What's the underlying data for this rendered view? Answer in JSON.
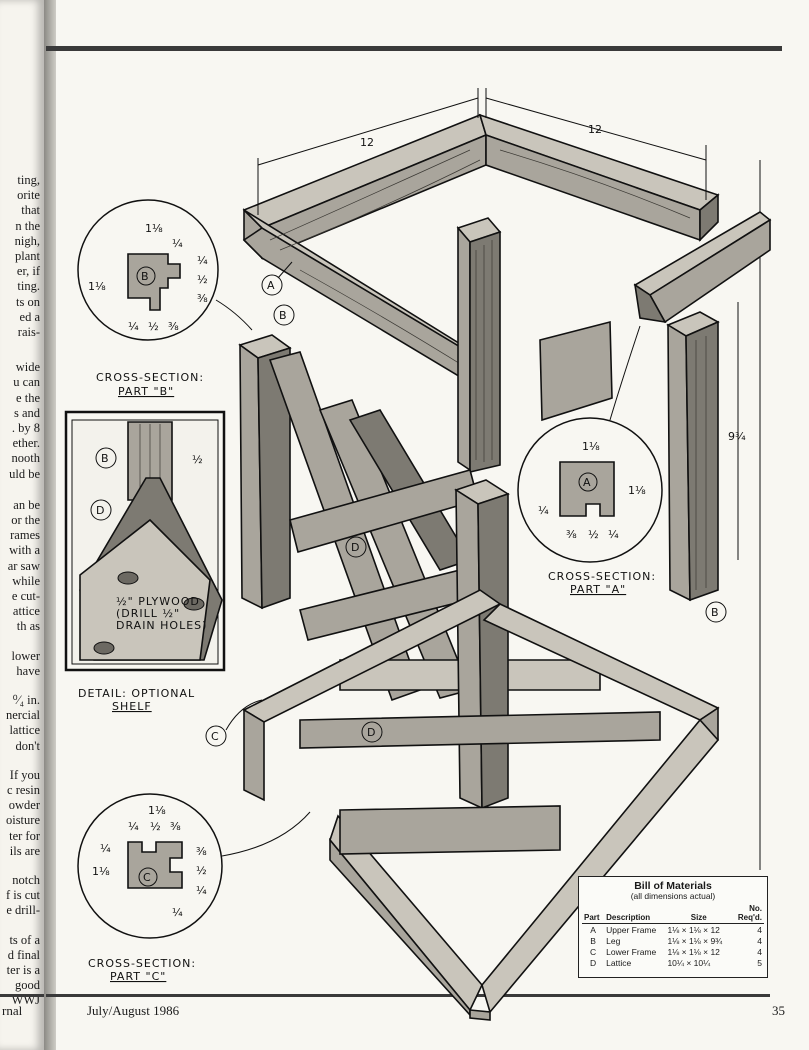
{
  "left_page": {
    "fragments": [
      "ting,",
      "orite",
      "that",
      "n the",
      "nigh,",
      "plant",
      "er, if",
      "ting.",
      "ts on",
      "ed a",
      "rais-",
      "wide",
      "u can",
      "e the",
      "s and",
      ". by 8",
      "ether.",
      "nooth",
      "uld be",
      "an be",
      "or the",
      "rames",
      "with a",
      "ar saw",
      "while",
      "e cut-",
      "attice",
      "th as",
      "lower",
      "have",
      "⁰⁄₄ in.",
      "nercial",
      "lattice",
      "don't",
      "If you",
      "c resin",
      "owder",
      "oisture",
      "ter for",
      "ils are",
      "notch",
      "f is cut",
      "e drill-",
      "ts of a",
      "d final",
      "ter is a",
      "good",
      "WWJ"
    ],
    "footer": "rnal"
  },
  "footer": {
    "date": "July/August 1986",
    "page_number": "35"
  },
  "labels": {
    "part_a": "A",
    "part_b": "B",
    "part_c": "C",
    "part_d": "D",
    "dim_12_left": "12",
    "dim_12_right": "12",
    "dim_leg": "9¾",
    "cross_section_b_line1": "CROSS-SECTION:",
    "cross_section_b_line2": "PART \"B\"",
    "cross_section_a_line1": "CROSS-SECTION:",
    "cross_section_a_line2": "PART \"A\"",
    "cross_section_c_line1": "CROSS-SECTION:",
    "cross_section_c_line2": "PART \"C\"",
    "detail_line1": "DETAIL: OPTIONAL",
    "detail_line2": "SHELF",
    "plywood_line1": "½\" PLYWOOD",
    "plywood_line2": "(DRILL ½\"",
    "plywood_line3": "DRAIN HOLES)",
    "detail_half": "½",
    "dim_1_1_8": "1⅛",
    "dim_1_4": "¼",
    "dim_1_2": "½",
    "dim_3_8": "⅜"
  },
  "bill_of_materials": {
    "title": "Bill of Materials",
    "subtitle": "(all dimensions actual)",
    "headers": {
      "part": "Part",
      "description": "Description",
      "size": "Size",
      "no_line1": "No.",
      "no_line2": "Req'd."
    },
    "rows": [
      {
        "part": "A",
        "description": "Upper Frame",
        "size": "1⅛ × 1⅛ × 12",
        "qty": "4"
      },
      {
        "part": "B",
        "description": "Leg",
        "size": "1⅛ × 1⅛ × 9¾",
        "qty": "4"
      },
      {
        "part": "C",
        "description": "Lower Frame",
        "size": "1⅛ × 1⅛ × 12",
        "qty": "4"
      },
      {
        "part": "D",
        "description": "Lattice",
        "size": "10¼ × 10¼",
        "qty": "5"
      }
    ]
  },
  "colors": {
    "paper": "#f8f7f2",
    "ink": "#111111",
    "wood_mid": "#a9a59c",
    "wood_dark": "#7d7a72",
    "wood_light": "#c9c5bb"
  }
}
